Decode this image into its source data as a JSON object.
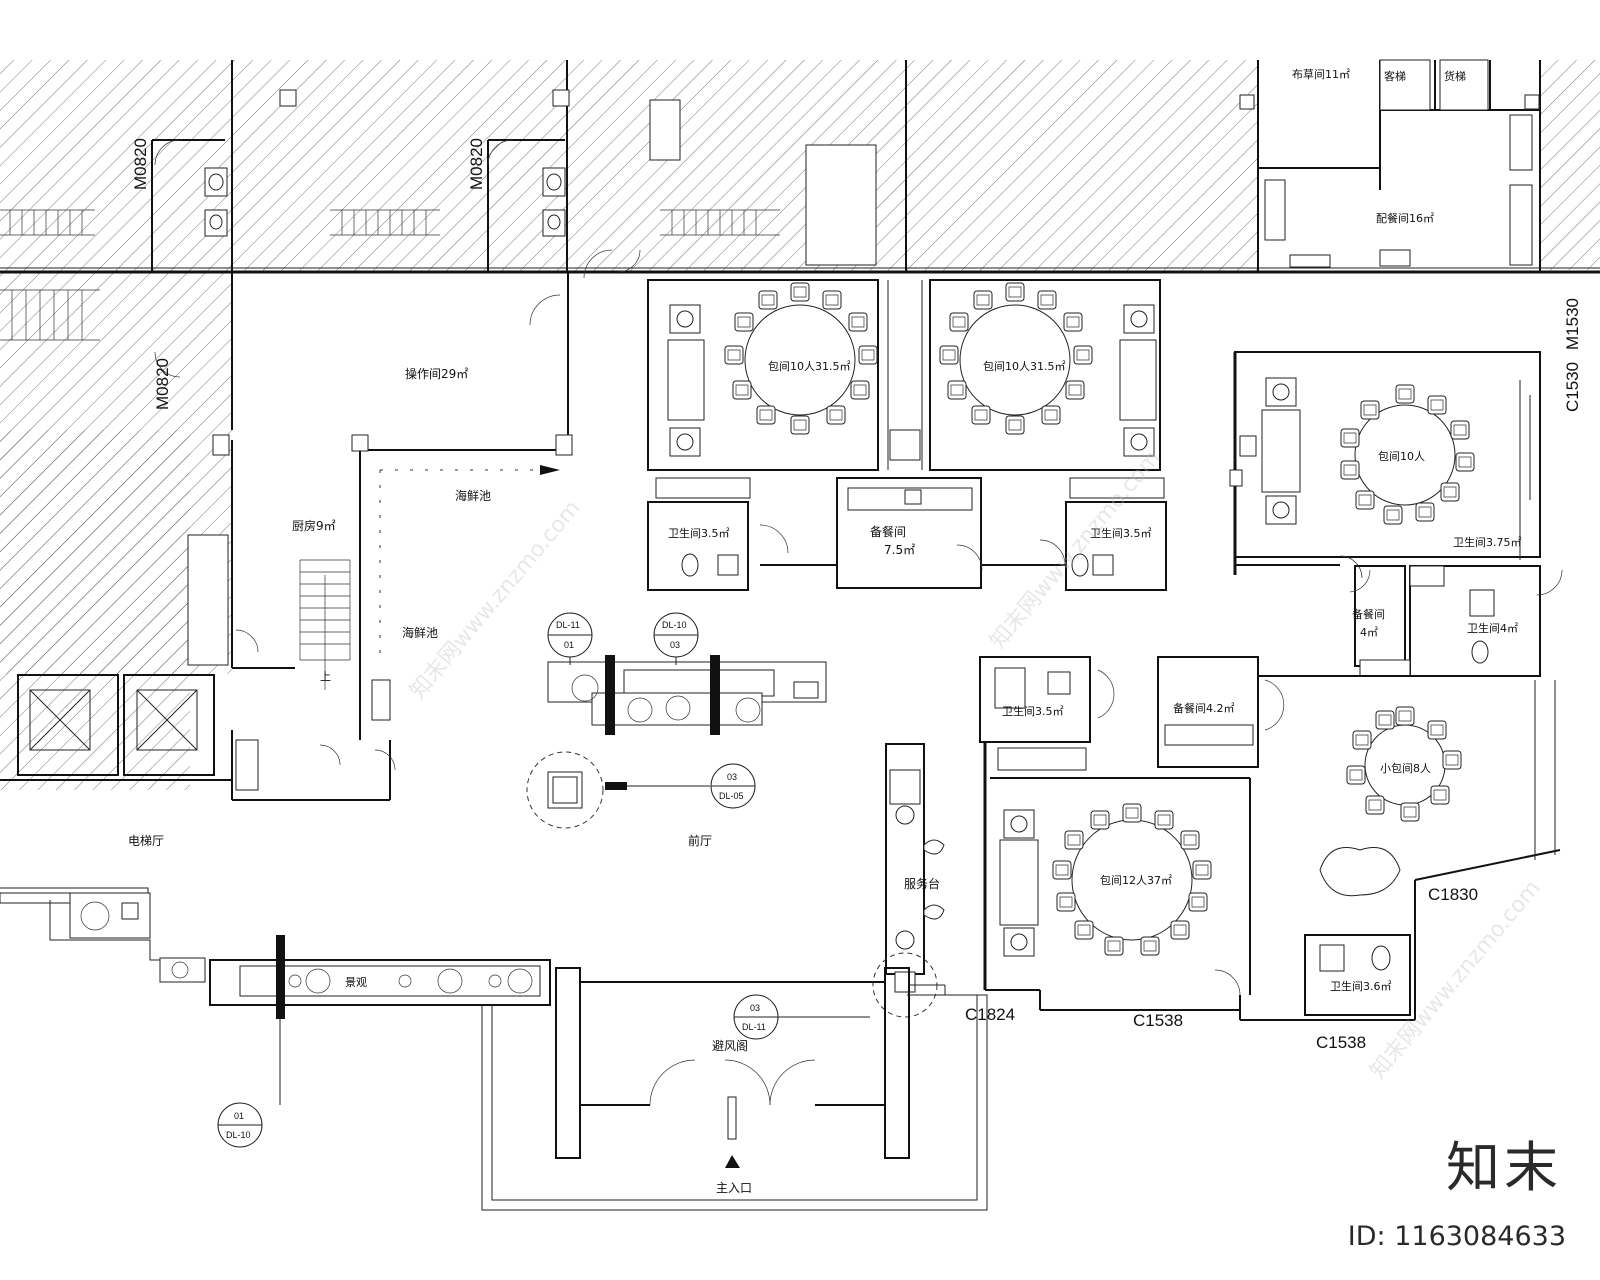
{
  "rooms": {
    "linen": "布草间11㎡",
    "pantry_top": "配餐间16㎡",
    "operation": "操作间29㎡",
    "kitchen": "厨房9㎡",
    "seafood_pool_1": "海鲜池",
    "seafood_pool_2": "海鲜池",
    "pr_a": "包间10人31.5㎡",
    "pr_b": "包间10人31.5㎡",
    "pr_c": "包间10人",
    "wc_a": "卫生间3.5㎡",
    "serve_mid": "备餐间",
    "serve_mid_area": "7.5㎡",
    "wc_b": "卫生间3.5㎡",
    "wc_c": "卫生间3.75㎡",
    "serve_right": "备餐间",
    "serve_right_area": "4㎡",
    "wc_d": "卫生间4㎡",
    "wc_e": "卫生间3.5㎡",
    "serve_lower": "备餐间4.2㎡",
    "pr_small": "小包间8人",
    "pr_large": "包间12人37㎡",
    "wc_f": "卫生间3.6㎡",
    "elevator_hall": "电梯厅",
    "lobby": "前厅",
    "service_desk": "服务台",
    "landscape": "景观",
    "vestibule": "避风阁",
    "main_entrance": "主入口",
    "lift_1": "客梯",
    "lift_2": "货梯",
    "stair_up": "上"
  },
  "codes": {
    "m0820_a": "M0820",
    "m0820_b": "M0820",
    "m0820_c": "M0820",
    "m1530": "M1530",
    "c1530": "C1530",
    "c1830": "C1830",
    "c1824": "C1824",
    "c1538_a": "C1538",
    "c1538_b": "C1538"
  },
  "tags": {
    "t1_top": "DL-11",
    "t1_num": "01",
    "t2_top": "DL-10",
    "t2_num": "03",
    "t3_num": "03",
    "t3_bot": "DL-05",
    "t4_num": "03",
    "t4_bot": "DL-11",
    "t5_num": "01",
    "t5_bot": "DL-10"
  },
  "watermark": {
    "text": "知末网www.znzmo.com"
  },
  "brand": {
    "logo": "知末",
    "id": "ID: 1163084633"
  }
}
